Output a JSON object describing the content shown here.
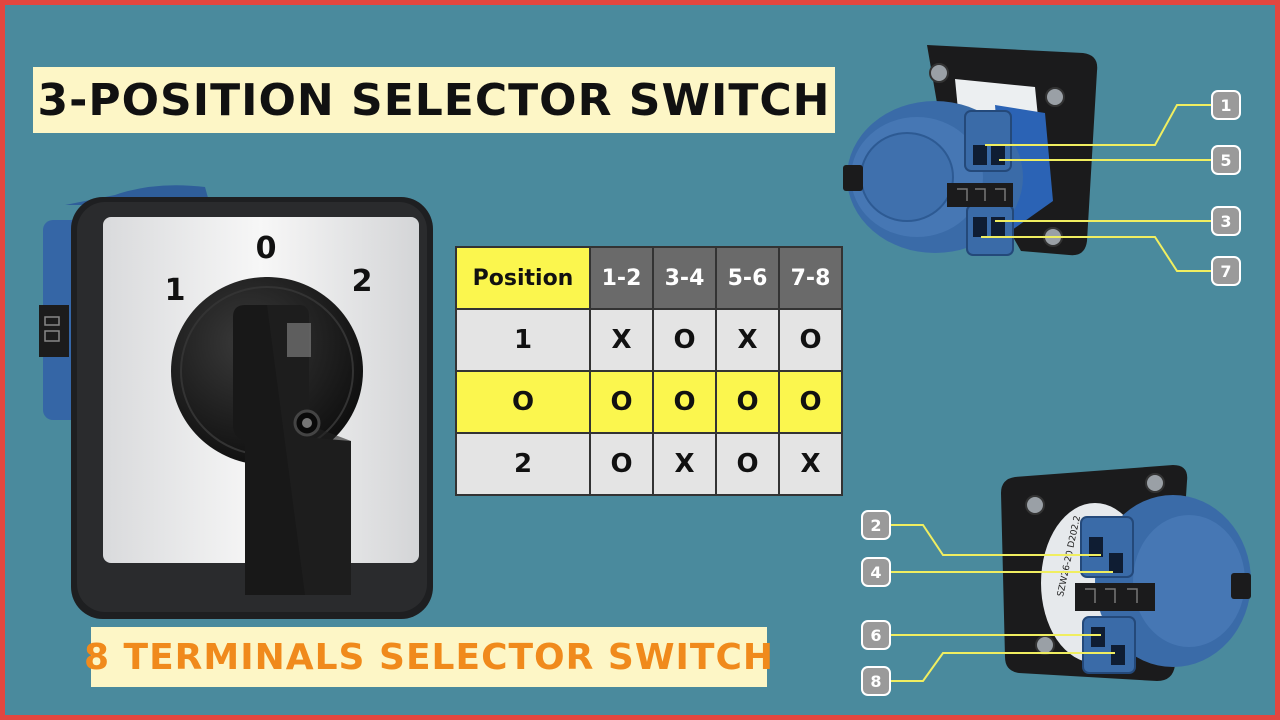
{
  "title": "3-POSITION SELECTOR SWITCH",
  "subtitle": "8 TERMINALS SELECTOR SWITCH",
  "dial": {
    "left": "1",
    "center": "0",
    "right": "2"
  },
  "table": {
    "headers": [
      "Position",
      "1-2",
      "3-4",
      "5-6",
      "7-8"
    ],
    "rows": [
      [
        "1",
        "X",
        "O",
        "X",
        "O"
      ],
      [
        "O",
        "O",
        "O",
        "O",
        "O"
      ],
      [
        "2",
        "O",
        "X",
        "O",
        "X"
      ]
    ],
    "highlight_row": 1
  },
  "callouts": {
    "top": [
      "1",
      "5",
      "3",
      "7"
    ],
    "bottom": [
      "2",
      "4",
      "6",
      "8"
    ]
  },
  "colors": {
    "background": "#4a8a9d",
    "frame": "#e3463f",
    "title_box": "#fdf6c6",
    "highlight": "#fbf64e",
    "header": "#6a6a6a",
    "cell": "#e4e4e4",
    "switch_blue": "#3d6fae",
    "subtitle_text": "#f08a1c"
  },
  "icons": [
    "selector-switch-front",
    "selector-switch-rear-top",
    "selector-switch-rear-bottom"
  ]
}
